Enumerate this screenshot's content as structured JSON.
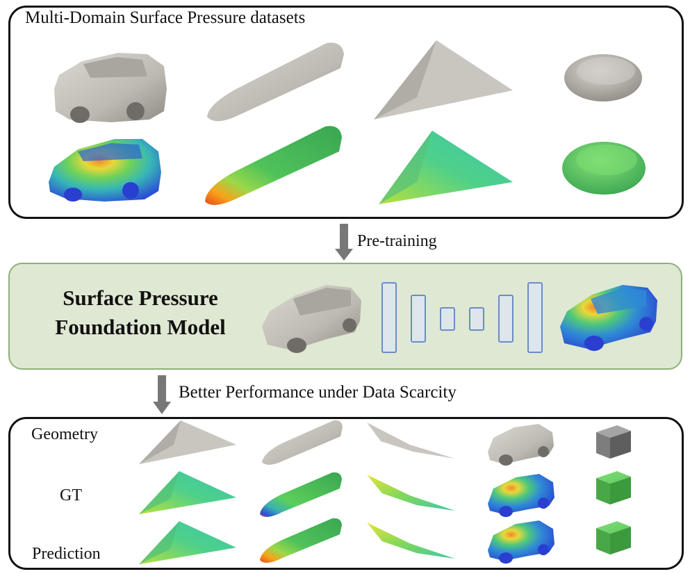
{
  "top": {
    "title": "Multi-Domain Surface Pressure datasets"
  },
  "arrow1": {
    "label": "Pre-training"
  },
  "model": {
    "title_line1": "Surface Pressure",
    "title_line2": "Foundation Model"
  },
  "arrow2": {
    "label": "Better Performance under Data Scarcity"
  },
  "bottom": {
    "rows": {
      "geometry": "Geometry",
      "gt": "GT",
      "prediction": "Prediction"
    }
  },
  "colors": {
    "geometry_gray": "#bdbab3",
    "field_green": "#5bcf5b",
    "field_high": "#e84a1c",
    "field_low": "#2a4fd6",
    "panel_green": "#dfe8d3",
    "block_outline": "#6b8cc4"
  }
}
